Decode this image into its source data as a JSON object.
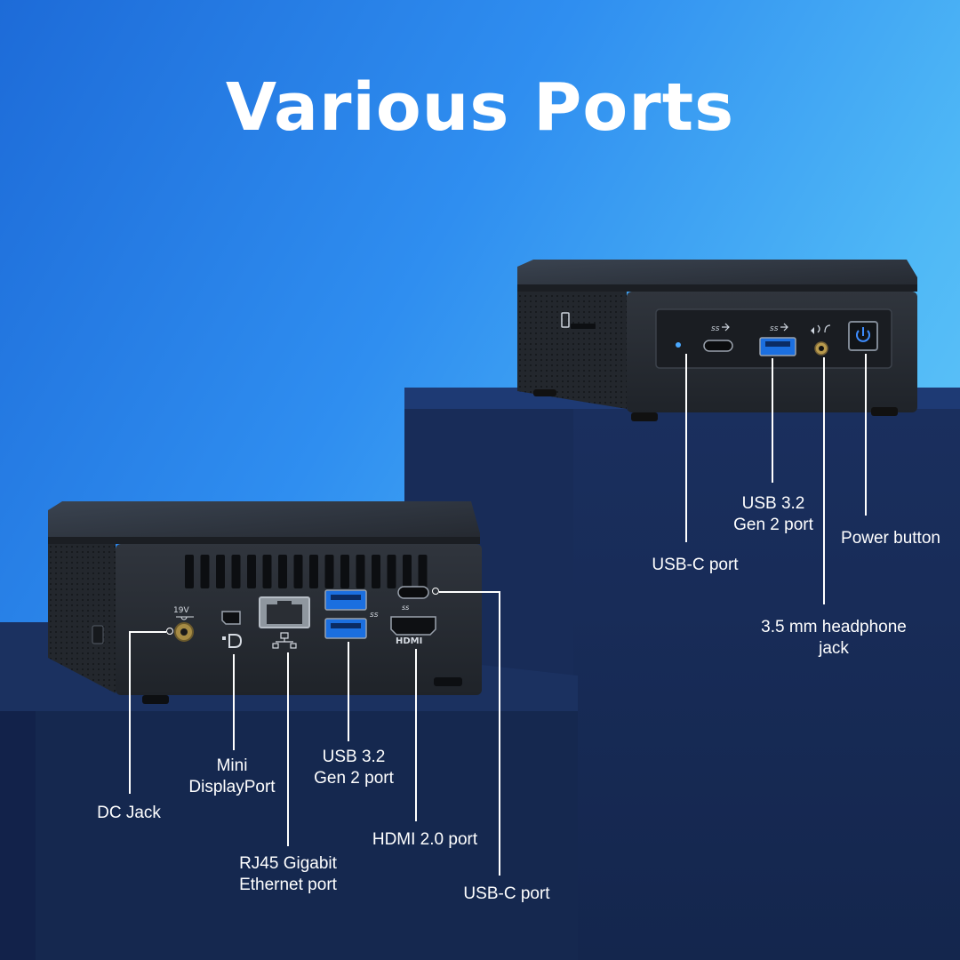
{
  "title": "Various Ports",
  "colors": {
    "background_start": "#1d6bd8",
    "background_end": "#6fd0fb",
    "pedestal": "#172a55",
    "device_body": "#2b2f36",
    "label_text": "#ffffff"
  },
  "front_labels": {
    "usb_c": "USB-C port",
    "usb32_line1": "USB 3.2",
    "usb32_line2": "Gen 2 port",
    "power": "Power button",
    "headphone_line1": "3.5 mm headphone",
    "headphone_line2": "jack"
  },
  "rear_labels": {
    "dc_jack": "DC Jack",
    "mini_dp_line1": "Mini",
    "mini_dp_line2": "DisplayPort",
    "rj45_line1": "RJ45 Gigabit",
    "rj45_line2": "Ethernet port",
    "usb32_line1": "USB 3.2",
    "usb32_line2": "Gen 2 port",
    "hdmi": "HDMI 2.0 port",
    "usb_c": "USB-C port"
  },
  "device_markings": {
    "voltage": "19V",
    "hdmi_logo": "HDMI"
  },
  "icons": [
    "power-icon",
    "usb-ss-icon",
    "headphone-icon",
    "displayport-icon",
    "ethernet-icon",
    "dc-polarity-icon",
    "card-slot-icon"
  ]
}
